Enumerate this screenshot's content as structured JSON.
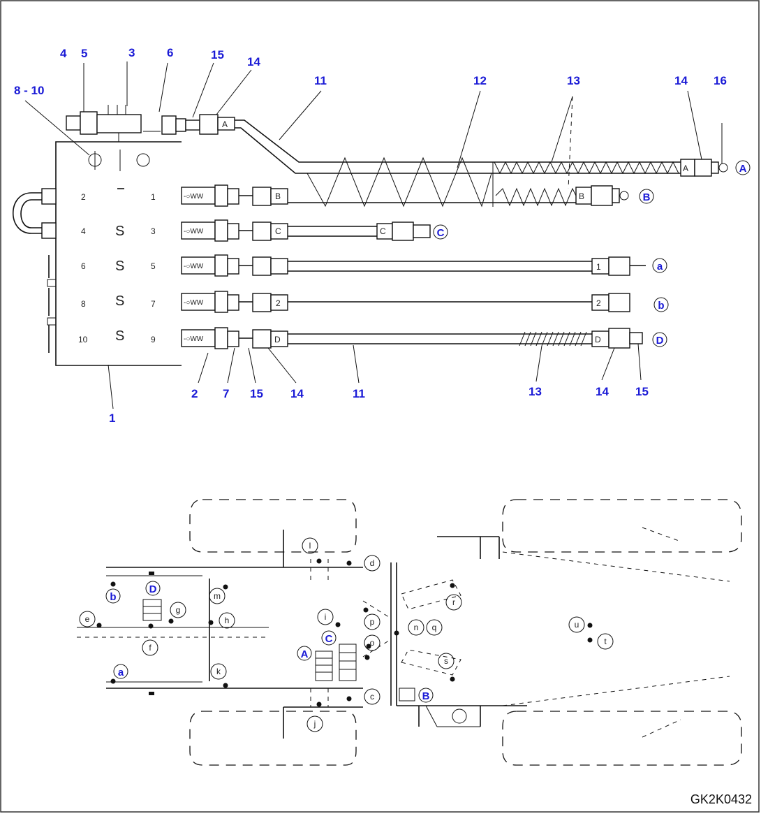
{
  "callouts": {
    "c1": "1",
    "c2": "2",
    "c3": "3",
    "c45a": "4",
    "c45b": "5",
    "c6": "6",
    "c7": "7",
    "c810": "8 - 10",
    "c11a": "11",
    "c11b": "11",
    "c12": "12",
    "c13a": "13",
    "c13b": "13",
    "c14a": "14",
    "c14b": "14",
    "c14c": "14",
    "c14d": "14",
    "c15a": "15",
    "c15b": "15",
    "c15c": "15",
    "c16": "16"
  },
  "line_ends": [
    "A",
    "B",
    "C",
    "a",
    "b",
    "D"
  ],
  "inner_tags": {
    "A": "A",
    "B": "B",
    "C": "C",
    "D": "D",
    "one": "1",
    "two": "2"
  },
  "port_numbers": {
    "p2": "2",
    "p1": "1",
    "p4": "4",
    "p3": "3",
    "p6": "6",
    "p5": "5",
    "p8": "8",
    "p7": "7",
    "p10": "10",
    "p9": "9"
  },
  "valve_symbols": [
    "S",
    "S",
    "S",
    "S"
  ],
  "plan_view": {
    "refs_blue": {
      "b": "b",
      "D": "D",
      "a": "a",
      "A": "A",
      "C": "C",
      "B": "B"
    },
    "refs_black": [
      "l",
      "d",
      "m",
      "e",
      "g",
      "h",
      "f",
      "i",
      "p",
      "o",
      "k",
      "c",
      "j",
      "r",
      "n",
      "q",
      "s",
      "u",
      "t"
    ]
  },
  "drawing_code": "GK2K0432"
}
